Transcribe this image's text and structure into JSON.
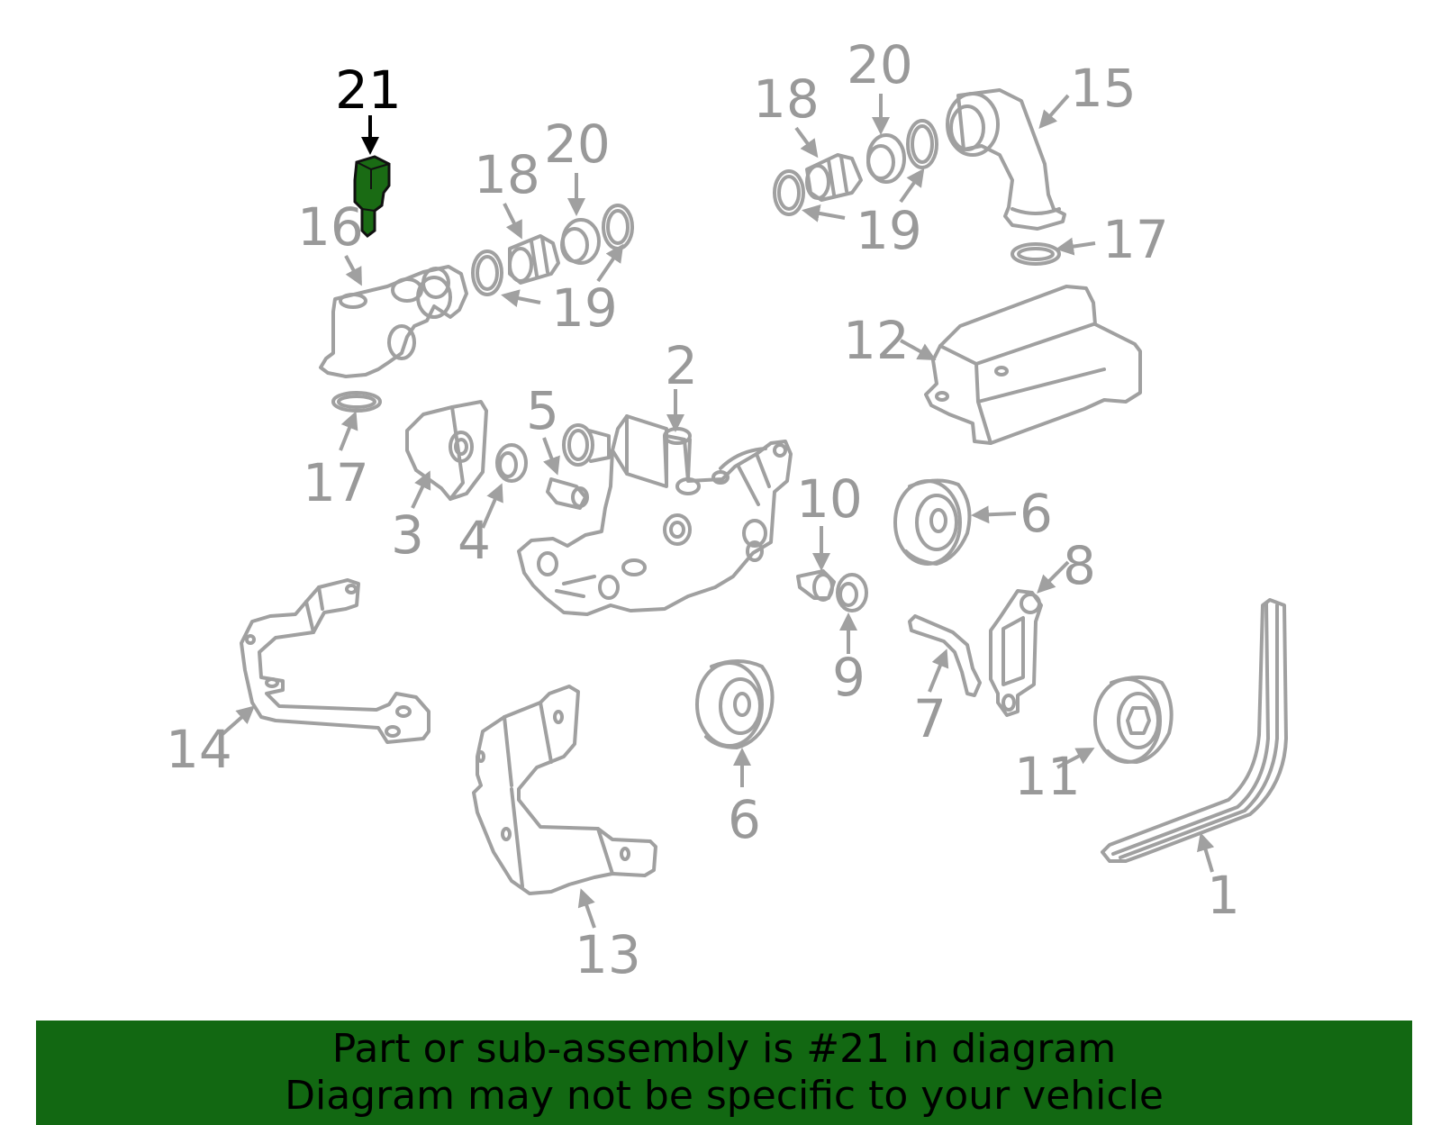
{
  "colors": {
    "part_gray": "#a0a0a0",
    "label_gray": "#999999",
    "highlight_green": "#1a6b14",
    "highlight_label": "#000000",
    "banner_green": "#126812"
  },
  "callouts": {
    "c21": "21",
    "c16": "16",
    "c18a": "18",
    "c20a": "20",
    "c19a": "19",
    "c17a": "17",
    "c18b": "18",
    "c20b": "20",
    "c15": "15",
    "c19b": "19",
    "c17b": "17",
    "c12": "12",
    "c2": "2",
    "c5": "5",
    "c3": "3",
    "c4": "4",
    "c10": "10",
    "c6a": "6",
    "c8": "8",
    "c9": "9",
    "c7": "7",
    "c14": "14",
    "c6b": "6",
    "c11": "11",
    "c13": "13",
    "c1": "1"
  },
  "banner": {
    "line1": "Part or sub-assembly is #21 in diagram",
    "line2": "Diagram may not be specific to your vehicle"
  }
}
